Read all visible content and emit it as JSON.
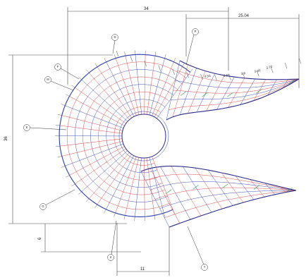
{
  "dimensions": {
    "top_overall": "34",
    "top_right": "25.04",
    "left_height": "36",
    "bottom_offset": "6",
    "bottom_span": "11"
  },
  "rib_labels": [
    "4.55",
    "3.83",
    "3.6",
    "3.35",
    "3.70"
  ],
  "section_tags": [
    "D",
    "P",
    "F",
    "M",
    "K",
    "G",
    "2",
    "T"
  ],
  "colors": {
    "grid_blue": "#2b3fb0",
    "grid_red": "#d23a3a",
    "grid_green": "#2ea24a",
    "outline": "#2a2a8a"
  }
}
